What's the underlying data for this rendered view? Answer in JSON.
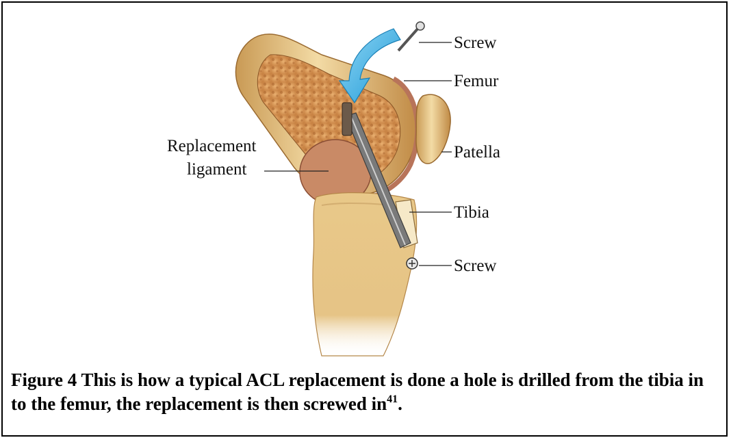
{
  "figure": {
    "labels": {
      "screw_top": "Screw",
      "femur": "Femur",
      "patella": "Patella",
      "replacement_line1": "Replacement",
      "replacement_line2": "ligament",
      "tibia": "Tibia",
      "screw_bottom": "Screw"
    },
    "caption": {
      "text": "Figure 4  This is how a typical ACL replacement is done a hole is drilled from the tibia in to the femur, the replacement is then screwed in",
      "reference": "41",
      "end": "."
    },
    "colors": {
      "bone": "#e8c98c",
      "bone_shadow": "#b8894a",
      "marrow": "#d89a55",
      "cartilage": "#c98a6a",
      "arrow": "#41b3e6"
    }
  }
}
